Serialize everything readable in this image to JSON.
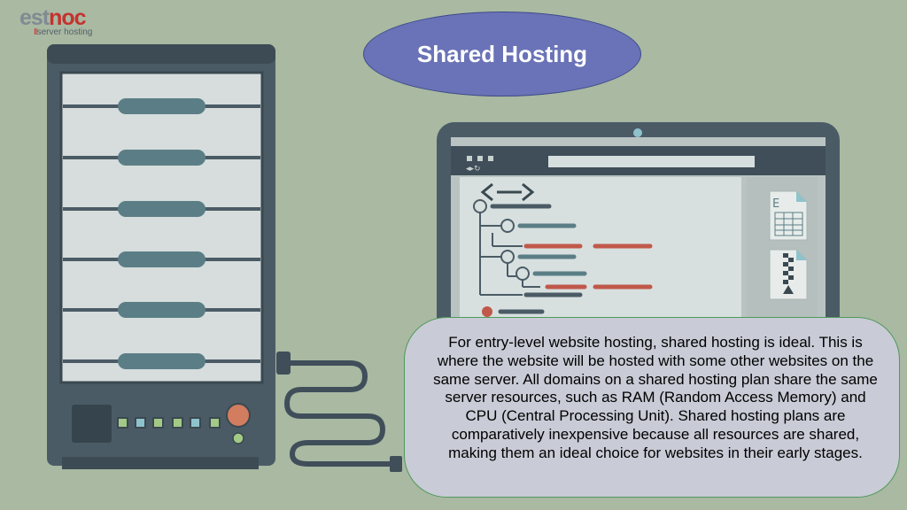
{
  "logo": {
    "brand_part1": "est",
    "brand_part2": "noc",
    "tagline_bars": "II",
    "tagline": "server hosting"
  },
  "title": "Shared Hosting",
  "description": "For entry-level website hosting, shared hosting is ideal. This is where the website will be hosted with some other websites on the same server. All domains on a shared hosting plan share the same server resources, such as RAM (Random Access Memory) and CPU (Central Processing Unit). Shared hosting plans are comparatively inexpensive because all resources are shared, making them an ideal choice for websites in their early stages.",
  "illustration": {
    "server_indicator_colors": [
      "#a3c986",
      "#8fc3cc",
      "#a3c986",
      "#a3c986",
      "#8fc3cc",
      "#a3c986"
    ],
    "power_button_color": "#d27d5f",
    "screen_accent_color": "#c0594a",
    "icons": [
      "server-rack-icon",
      "laptop-icon",
      "code-brackets-icon",
      "spreadsheet-icon",
      "zip-file-icon"
    ]
  }
}
